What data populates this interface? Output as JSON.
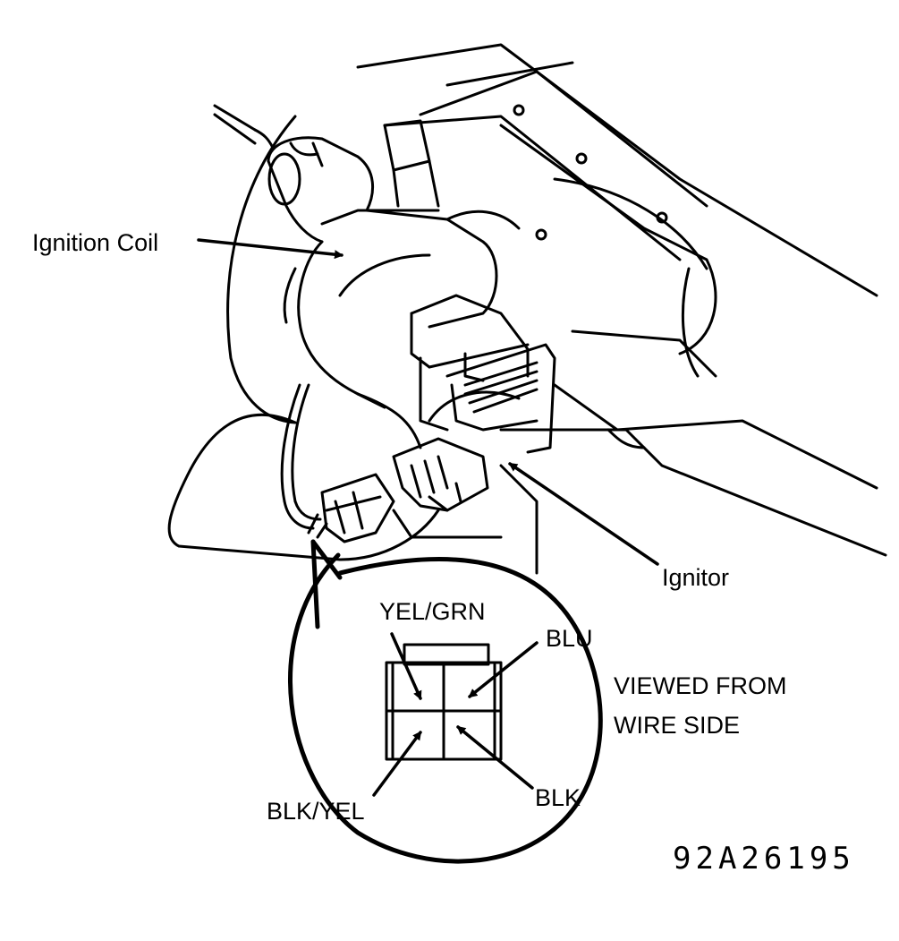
{
  "labels": {
    "ignition_coil": "Ignition Coil",
    "ignitor": "Ignitor",
    "note_line1": "VIEWED FROM",
    "note_line2": "WIRE SIDE",
    "terminal_top_left": "YEL/GRN",
    "terminal_top_right": "BLU",
    "terminal_bottom_left": "BLK/YEL",
    "terminal_bottom_right": "BLK"
  },
  "figure_id": "92A26195",
  "colors": {
    "ink": "#000000",
    "paper": "#ffffff"
  }
}
